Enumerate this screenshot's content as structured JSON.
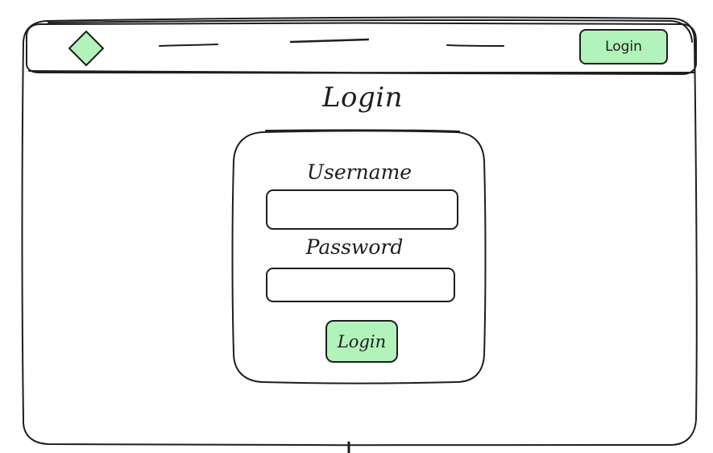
{
  "header": {
    "login_button_label": "Login",
    "logo_icon": "diamond-logo-icon",
    "nav_items": [
      "",
      "",
      ""
    ]
  },
  "main": {
    "title": "Login"
  },
  "form": {
    "username_label": "Username",
    "username_value": "",
    "password_label": "Password",
    "password_value": "",
    "submit_label": "Login"
  },
  "colors": {
    "stroke": "#1e1e1e",
    "accent_fill": "#b2f2bb",
    "background": "#ffffff"
  }
}
